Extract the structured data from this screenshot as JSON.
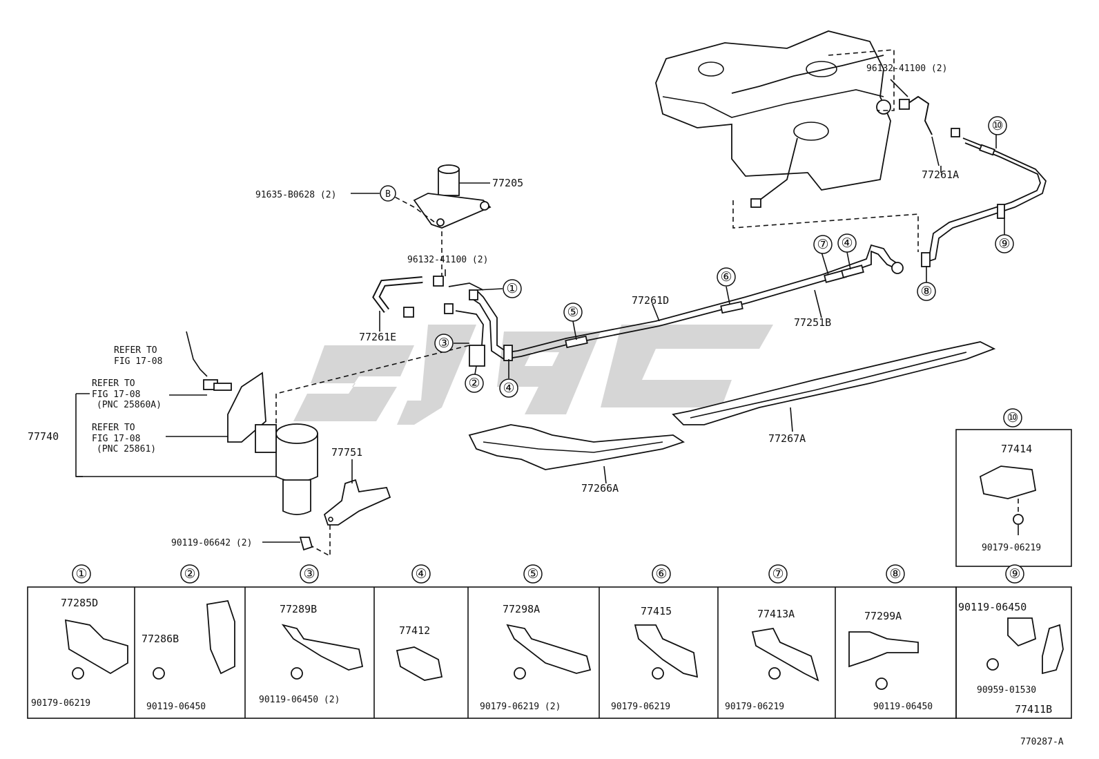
{
  "diagram_code": "770287-A",
  "watermark": "SJ9C",
  "callouts": {
    "c1": "①",
    "c2": "②",
    "c3": "③",
    "c4": "④",
    "c5": "⑤",
    "c6": "⑥",
    "c7": "⑦",
    "c8": "⑧",
    "c9": "⑨",
    "c10": "⑩"
  },
  "labels": {
    "p96132_top": "96132-41100 (2)",
    "p77261A": "77261A",
    "p77205": "77205",
    "p91635": "91635-B0628 (2)",
    "bolt_b": "B",
    "p96132_mid": "96132-41100 (2)",
    "p77261D": "77261D",
    "p77251B": "77251B",
    "p77261E": "77261E",
    "refer1a": "REFER TO",
    "refer1b": "FIG 17-08",
    "refer2a": "REFER TO",
    "refer2b": "FIG 17-08",
    "refer2c": "(PNC 25860A)",
    "refer3a": "REFER TO",
    "refer3b": "FIG 17-08",
    "refer3c": "(PNC 25861)",
    "p77740": "77740",
    "p77751": "77751",
    "p77267A": "77267A",
    "p77266A": "77266A",
    "p90119_06642": "90119-06642 (2)",
    "p77414": "77414",
    "p90179_box10": "90179-06219"
  },
  "table": [
    {
      "no": "①",
      "part": "77285D",
      "fastener": "90179-06219"
    },
    {
      "no": "②",
      "part": "77286B",
      "fastener": "90119-06450"
    },
    {
      "no": "③",
      "part": "77289B",
      "fastener": "90119-06450 (2)"
    },
    {
      "no": "④",
      "part": "77412",
      "fastener": ""
    },
    {
      "no": "⑤",
      "part": "77298A",
      "fastener": "90179-06219 (2)"
    },
    {
      "no": "⑥",
      "part": "77415",
      "fastener": "90179-06219"
    },
    {
      "no": "⑦",
      "part": "77413A",
      "fastener": "90179-06219"
    },
    {
      "no": "⑧",
      "part": "77299A",
      "fastener": "90119-06450"
    },
    {
      "no": "⑨",
      "part": "90119-06450",
      "fastener": "90959-01530",
      "extra": "77411B"
    }
  ]
}
